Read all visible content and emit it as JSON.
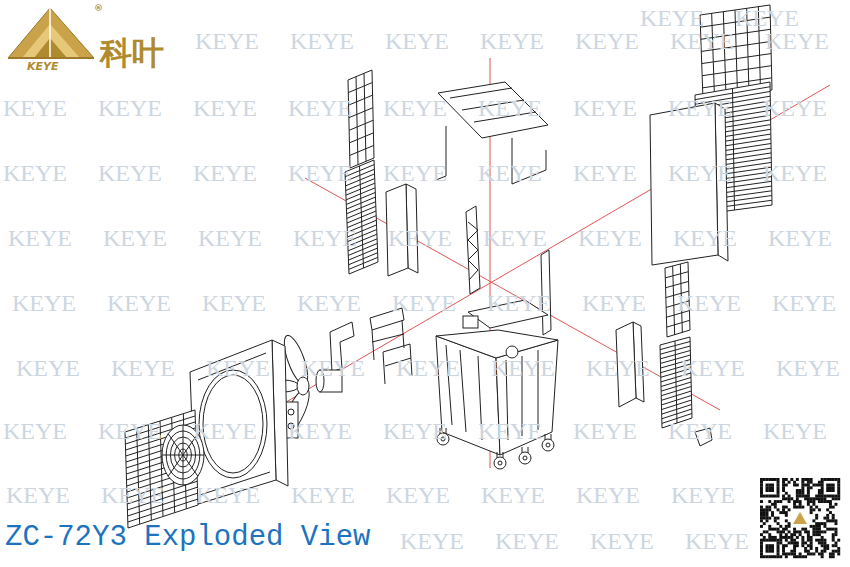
{
  "diagram": {
    "title": "ZC-72Y3 Exploded View",
    "labels": [
      "®",
      "KEYE",
      "科叶",
      "KEYE",
      "KEYE",
      "KEYE",
      "KEYE",
      "KEYE",
      "KEYE",
      "KEYE",
      "KEYE",
      "KEYE",
      "KEYE",
      "KEYE",
      "KEYE",
      "KEYE",
      "KEYE",
      "KEYE",
      "KEYE",
      "KEYE",
      "KEYE",
      "KEYE",
      "KEYE",
      "KEYE",
      "KEYE",
      "KEYE",
      "KEYE",
      "KEYE",
      "KEYE",
      "KEYE",
      "KEYE",
      "KEYE",
      "KEYE",
      "KEYE",
      "KEYE",
      "KEYE",
      "KEYE",
      "KEYE",
      "KEYE",
      "KEYE",
      "KEYE",
      "KEYE",
      "KEYE",
      "KEYE",
      "KEYE",
      "KEYE",
      "KEYE",
      "KEYE",
      "KEYE",
      "KEYE",
      "KEYE",
      "KEYE",
      "KEYE",
      "KEYE",
      "KEYE",
      "KEYE",
      "KEYE",
      "KEYE",
      "KEYE",
      "KEYE",
      "KEYE",
      "KEYE",
      "KEYE",
      "KEYE",
      "KEYE",
      "KEYE",
      "KEYE",
      "KEYE",
      "KEYE",
      "KEYE",
      "KEYE",
      "KEYE",
      "KEYE",
      "KEYE",
      "KEYE",
      "KEYE",
      "KEYE",
      "KEYE"
    ]
  }
}
